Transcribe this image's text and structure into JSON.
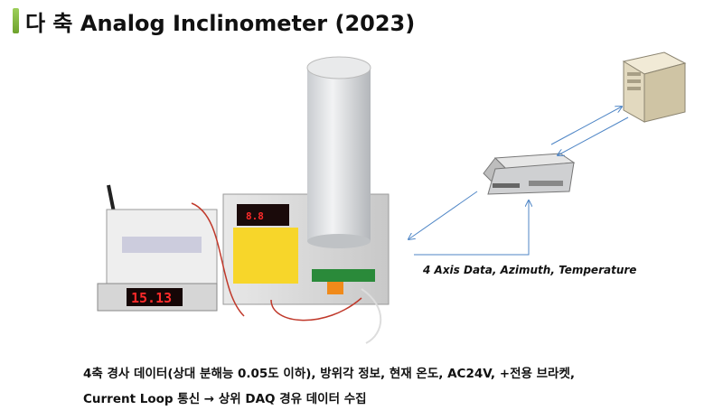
{
  "title": "다 축 Analog Inclinometer (2023)",
  "diagram": {
    "caption": "4 Axis Data, Azimuth, Temperature",
    "controller_display": "15.13",
    "icons": [
      "server-tower-icon",
      "data-server-icon",
      "double-arrow-icon"
    ],
    "colors": {
      "accent": "#7ab03a",
      "arrow": "#4f86c6",
      "display": "#ff2a2a",
      "label": "#f7d62a"
    }
  },
  "description": {
    "line1": "4축 경사 데이터(상대 분해능 0.05도 이하), 방위각 정보, 현재 온도, AC24V, +전용 브라켓,",
    "line2": "Current Loop 통신 → 상위 DAQ 경유 데이터 수집"
  }
}
